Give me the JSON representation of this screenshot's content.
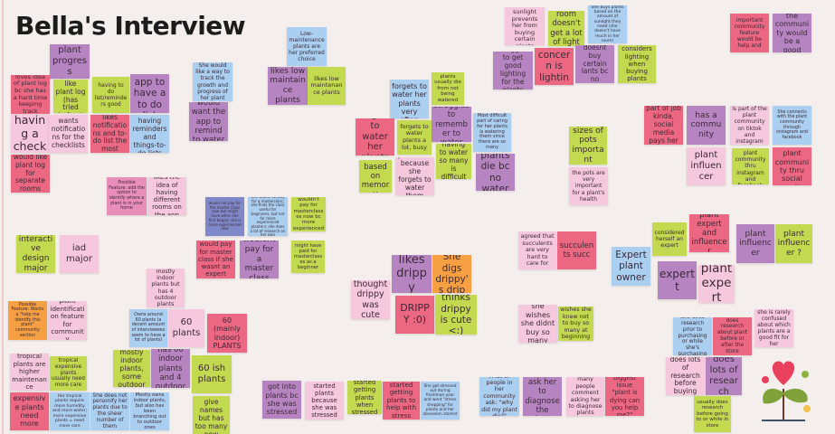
{
  "board": {
    "title": "Bella's Interview"
  },
  "colors": {
    "purple": "#b784c2",
    "lightpink": "#f6c8dd",
    "red": "#eb6782",
    "green": "#c3d94f",
    "blue": "#abcff0",
    "orange": "#f6a043",
    "navy": "#7f89c9",
    "hotpink": "#e98dba"
  },
  "notes": [
    {
      "text": "wants plant progress photos",
      "color": "purple"
    },
    {
      "text": "loves idea of plant log bc she has a hard time keeping track",
      "color": "red"
    },
    {
      "text": "would like plant log (has tried before)",
      "color": "green"
    },
    {
      "text": "having to do list/reminders good",
      "color": "green"
    },
    {
      "text": "wants app to have a to do list",
      "color": "purple"
    },
    {
      "text": "likes having a checklist",
      "color": "lightpink"
    },
    {
      "text": "wants notifications for the checklists",
      "color": "lightpink"
    },
    {
      "text": "likes notifications and to-do list the most",
      "color": "red"
    },
    {
      "text": "Likes having reminders and things-to-do lists",
      "color": "blue"
    },
    {
      "text": "would like plant log for separate rooms",
      "color": "red"
    },
    {
      "text": "She would like a way to track the growth and progress of her plant",
      "color": "blue"
    },
    {
      "text": "would want the app to remind to water",
      "color": "purple"
    },
    {
      "text": "Low-maintenance plants are her preferred choice",
      "color": "blue"
    },
    {
      "text": "likes low maintaince plants",
      "color": "purple"
    },
    {
      "text": "likes low maintenance plants",
      "color": "green"
    },
    {
      "text": "She forgets to water her plants very often",
      "color": "blue"
    },
    {
      "text": "plants usually die from not being watered",
      "color": "green"
    },
    {
      "text": "struggles to remember to water",
      "color": "purple"
    },
    {
      "text": "Most difficult part of caring for her plants is watering them since there are so many",
      "color": "blue"
    },
    {
      "text": "forgets to water her plants",
      "color": "red"
    },
    {
      "text": "forgets to water plants a lot, busy",
      "color": "green"
    },
    {
      "text": "having to water so many is difficult",
      "color": "green"
    },
    {
      "text": "plants die bc no water",
      "color": "purple"
    },
    {
      "text": "waters based on memory",
      "color": "green"
    },
    {
      "text": "plants die because she forgets to water them",
      "color": "lightpink"
    },
    {
      "text": "sizes of pots important",
      "color": "green"
    },
    {
      "text": "the pots are very important for a plant's health",
      "color": "lightpink"
    },
    {
      "text": "lack of sunlight prevents her from buying certain plants",
      "color": "lightpink"
    },
    {
      "text": "room doesn't get a lot of light",
      "color": "green"
    },
    {
      "text": "She buys plants based on the amount of sunlight they need (she doesn't have much in her room)",
      "color": "blue"
    },
    {
      "text": "struggles to get good lighting for the plants",
      "color": "purple"
    },
    {
      "text": "main concern is lighting",
      "color": "red"
    },
    {
      "text": "she doesnt buy certain lants bc no lighting",
      "color": "purple"
    },
    {
      "text": "considers lighting when buying plants",
      "color": "green"
    },
    {
      "text": "important community feature would be help and",
      "color": "red"
    },
    {
      "text": "thought the community would be a good idea",
      "color": "purple"
    },
    {
      "text": "part of job kinda, social media pays her",
      "color": "red"
    },
    {
      "text": "has a community",
      "color": "purple"
    },
    {
      "text": "is part of the plant community on tiktok and instagram",
      "color": "lightpink"
    },
    {
      "text": "She connects with the plant community through instagram and facebook",
      "color": "blue"
    },
    {
      "text": "plant influencer",
      "color": "lightpink"
    },
    {
      "text": "connects to plant community thru instagram and facebook",
      "color": "green"
    },
    {
      "text": "has a plant community thru social media",
      "color": "red"
    },
    {
      "text": "Possible Feature: add the option to identify where a plant is in your home",
      "color": "hotpink"
    },
    {
      "text": "likes the idea of having different rooms on the app",
      "color": "lightpink"
    },
    {
      "text": "would not pay for the master class now but might have when she first began; she is more experienced now",
      "color": "navy"
    },
    {
      "text": "She would not pay for a masterclass; she finds the class useful for beginners, but not for more experienced planters; she does a lot of research on her own",
      "color": "blue"
    },
    {
      "text": "wouldn't pay for masterclasses now bc more experienced",
      "color": "green"
    },
    {
      "text": "would pay for master class if she wasnt an expert",
      "color": "red"
    },
    {
      "text": "wouldnt pay for a master class",
      "color": "purple"
    },
    {
      "text": "might have paid for masterclasses as a beginner",
      "color": "green"
    },
    {
      "text": "interactive design major",
      "color": "green"
    },
    {
      "text": "iad major",
      "color": "lightpink"
    },
    {
      "text": "mostly indoor plants but has 4 outdoor plants",
      "color": "lightpink"
    },
    {
      "text": "Possible Feature: Wants a \"help me identify this plant\" community section",
      "color": "orange"
    },
    {
      "text": "plant identification feature for community",
      "color": "lightpink"
    },
    {
      "text": "Owns around 60 plants (a decent amount of interviewees seem to have a lot of plants)",
      "color": "blue"
    },
    {
      "text": "60 plants",
      "color": "lightpink"
    },
    {
      "text": "60 (mainly indoor) PLANTS",
      "color": "red"
    },
    {
      "text": "tropical plants are higher maintenance",
      "color": "lightpink"
    },
    {
      "text": "tropical expensive plants usually need more care",
      "color": "green"
    },
    {
      "text": "mostly indoor plants, some outdoor",
      "color": "green"
    },
    {
      "text": "has 60 indoor plants and 4 outdoor",
      "color": "purple"
    },
    {
      "text": "60 ish plants",
      "color": "green"
    },
    {
      "text": "the more expensive plants need more care",
      "color": "red"
    },
    {
      "text": "Her tropical plants require more humidity and more water; more expensive plants = need more care",
      "color": "blue"
    },
    {
      "text": "She does not personify her plants due to the sheer number of them",
      "color": "blue"
    },
    {
      "text": "Mostly owns indoor plants, but also has been branching out to outdoor ones",
      "color": "blue"
    },
    {
      "text": "used to give names but has too many now",
      "color": "green"
    },
    {
      "text": "likes drippy",
      "color": "purple"
    },
    {
      "text": "She digs drippy's drip",
      "color": "orange"
    },
    {
      "text": "thought drippy was cute",
      "color": "lightpink"
    },
    {
      "text": "DRIPPY :0)",
      "color": "red"
    },
    {
      "text": "thinks drippy is cute <:)",
      "color": "green"
    },
    {
      "text": "got into plants bc she was stressed",
      "color": "purple"
    },
    {
      "text": "started plants because she was stressed",
      "color": "lightpink"
    },
    {
      "text": "started getting plants when stressed",
      "color": "green"
    },
    {
      "text": "started getting plants to help with stress",
      "color": "red"
    },
    {
      "text": "She got stressed out during freshman year and went \"stress shopping\" for plants and her obsession started",
      "color": "blue"
    },
    {
      "text": "A lot of people in her community ask: \"why did my plant die?\"",
      "color": "blue"
    },
    {
      "text": "people ask her to diagnose the plants",
      "color": "purple"
    },
    {
      "text": "many people comment asking her to diagnose plants",
      "color": "lightpink"
    },
    {
      "text": "biggest issue \"plant is dying can you help me?\"",
      "color": "red"
    },
    {
      "text": "agreed that succulents are very hard to care for",
      "color": "lightpink"
    },
    {
      "text": "succulents succ",
      "color": "red"
    },
    {
      "text": "she wishes she didnt buy so many",
      "color": "lightpink"
    },
    {
      "text": "wishes she knew not to buy so many at beginning",
      "color": "green"
    },
    {
      "text": "considered herself an expert",
      "color": "green"
    },
    {
      "text": "plant expert and influencer",
      "color": "red"
    },
    {
      "text": "Expert plant owner",
      "color": "blue"
    },
    {
      "text": "expertt",
      "color": "purple"
    },
    {
      "text": "plant expert",
      "color": "lightpink"
    },
    {
      "text": "plant influencer",
      "color": "purple"
    },
    {
      "text": "plant influencer ?",
      "color": "green"
    },
    {
      "text": "She does research prior to purchasing or while she's purchasing",
      "color": "blue"
    },
    {
      "text": "does research about plant before or after the store",
      "color": "red"
    },
    {
      "text": "she is rarely confused about which plants are a good fit for her",
      "color": "lightpink"
    },
    {
      "text": "does lots of research before buying",
      "color": "lightpink"
    },
    {
      "text": "does lots of research",
      "color": "purple"
    },
    {
      "text": "usually does research before going to or while in store",
      "color": "green"
    }
  ],
  "illustration": {
    "icon": "heart-plant-icon"
  }
}
